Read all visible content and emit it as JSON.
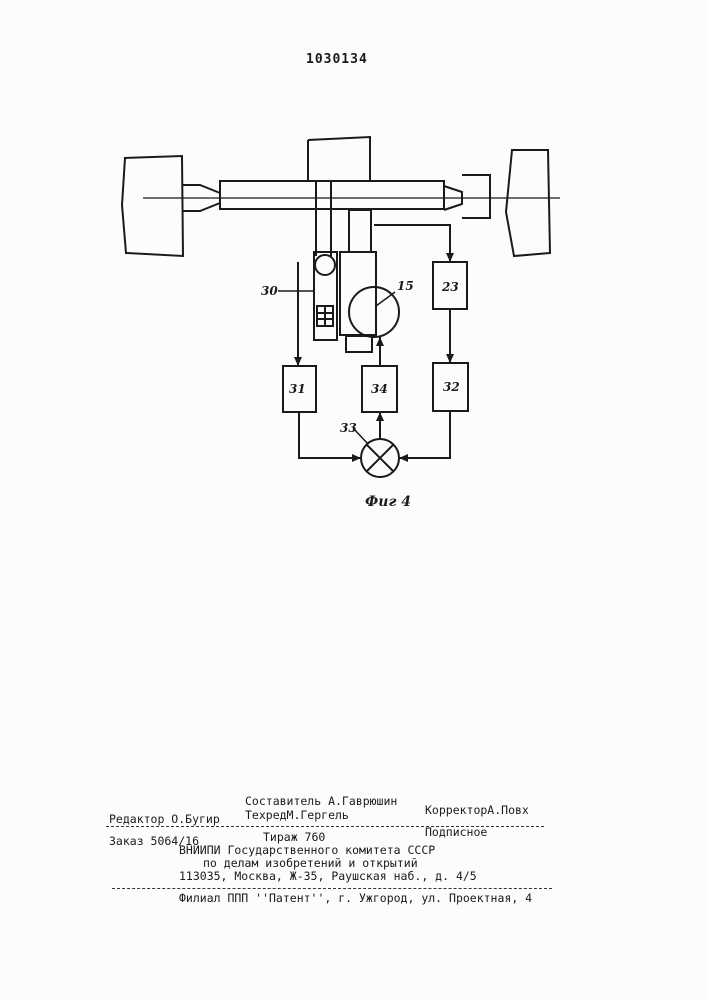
{
  "patent_number": "1030134",
  "figure": {
    "caption": "Фиг 4",
    "labels": {
      "l30": "30",
      "l15": "15",
      "l23": "23",
      "l31": "31",
      "l34": "34",
      "l32": "32",
      "l33": "33"
    }
  },
  "colophon": {
    "editor": "Редактор О.Бугир",
    "compiler": "Составитель А.Гаврюшин",
    "techred": "ТехредМ.Гергель",
    "corrector": "КорректорА.Повх",
    "order": "Заказ 5064/16",
    "circulation": "Тираж 760",
    "subscription": "Подписное",
    "org_line1": "ВНИИПИ Государственного комитета СССР",
    "org_line2": "по делам изобретений и открытий",
    "address": "113035, Москва, Ж-35, Раушская наб., д. 4/5",
    "branch": "Филиал ППП ''Патент'', г. Ужгород, ул. Проектная, 4"
  }
}
